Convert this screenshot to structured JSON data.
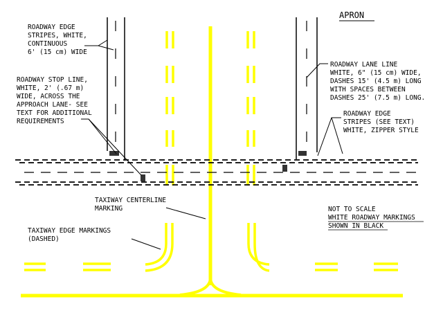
{
  "title": "APRON",
  "labels": {
    "edge_continuous": [
      "ROADWAY EDGE",
      "STRIPES, WHITE,",
      "CONTINUOUS",
      "6' (15 cm) WIDE"
    ],
    "lane_line": [
      "ROADWAY LANE LINE",
      "WHITE, 6\" (15 cm) WIDE,",
      "DASHES 15' (4.5 m) LONG",
      "WITH SPACES BETWEEN",
      "DASHES 25' (7.5 m) LONG."
    ],
    "stop_line": [
      "ROADWAY STOP LINE,",
      "WHITE, 2' (.67 m)",
      "WIDE, ACROSS THE",
      "APPROACH LANE- SEE",
      "TEXT FOR ADDITIONAL",
      "REQUIREMENTS"
    ],
    "edge_zipper": [
      "ROADWAY EDGE",
      "STRIPES (SEE TEXT)",
      "WHITE, ZIPPER STYLE"
    ],
    "centerline": [
      "TAXIWAY CENTERLINE",
      "MARKING"
    ],
    "taxi_edge": [
      "TAXIWAY EDGE MARKINGS",
      "(DASHED)"
    ],
    "note": [
      "NOT TO SCALE",
      "WHITE ROADWAY MARKINGS",
      "SHOWN IN BLACK"
    ]
  },
  "colors": {
    "taxiway_marking": "#ffff00",
    "roadway_marking": "#000000",
    "background": "#ffffff"
  }
}
